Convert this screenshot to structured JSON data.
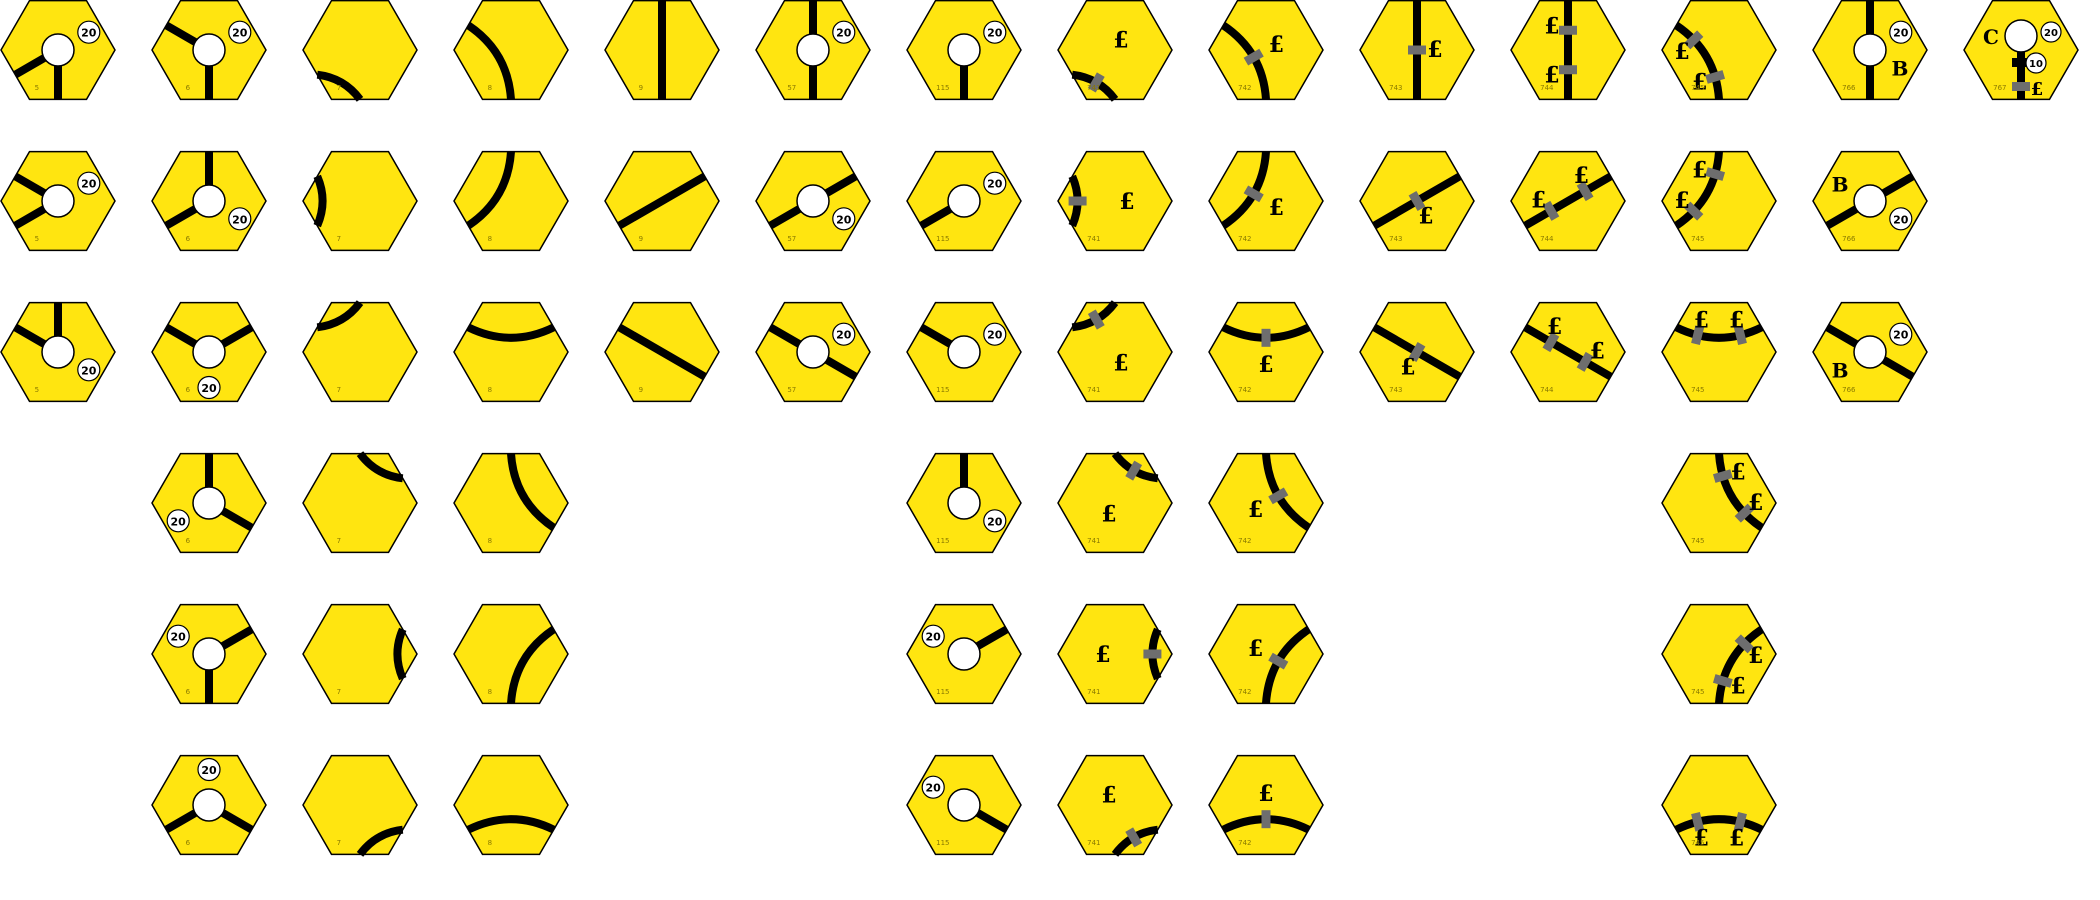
{
  "sheet_title": "",
  "colors": {
    "tile": "#FFE510",
    "track": "#000000",
    "town_bar": "#6e6e6e",
    "city": "#FFFFFF",
    "outline": "#000000"
  },
  "icon_names": {
    "pound": "pound-sign-icon",
    "city": "city-circle-icon",
    "town": "town-bar-icon",
    "value": "revenue-value-icon"
  },
  "tiles": [
    {
      "col": 0,
      "row": 0,
      "num": "5",
      "kind": "city",
      "exits": [
        180,
        240
      ],
      "value": "20"
    },
    {
      "col": 1,
      "row": 0,
      "num": "6",
      "kind": "city",
      "exits": [
        180,
        300
      ],
      "value": "20"
    },
    {
      "col": 2,
      "row": 0,
      "num": "7",
      "kind": "curve",
      "exits": [
        180,
        240
      ]
    },
    {
      "col": 3,
      "row": 0,
      "num": "8",
      "kind": "curve",
      "exits": [
        180,
        300
      ]
    },
    {
      "col": 4,
      "row": 0,
      "num": "9",
      "kind": "curve",
      "exits": [
        180,
        0
      ]
    },
    {
      "col": 5,
      "row": 0,
      "num": "57",
      "kind": "city",
      "exits": [
        180,
        0
      ],
      "value": "20"
    },
    {
      "col": 6,
      "row": 0,
      "num": "115",
      "kind": "city",
      "exits": [
        180
      ],
      "value": "20"
    },
    {
      "col": 7,
      "row": 0,
      "num": "741",
      "kind": "curve",
      "exits": [
        180,
        240
      ],
      "towns": [
        0.5
      ],
      "pounds": 1
    },
    {
      "col": 8,
      "row": 0,
      "num": "742",
      "kind": "curve",
      "exits": [
        180,
        300
      ],
      "towns": [
        0.5
      ],
      "pounds": 1
    },
    {
      "col": 9,
      "row": 0,
      "num": "743",
      "kind": "curve",
      "exits": [
        180,
        0
      ],
      "towns": [
        0.5
      ],
      "pounds": 1
    },
    {
      "col": 10,
      "row": 0,
      "num": "744",
      "kind": "curve",
      "exits": [
        180,
        0
      ],
      "towns": [
        0.3,
        0.7
      ],
      "pounds": 2
    },
    {
      "col": 11,
      "row": 0,
      "num": "745",
      "kind": "curve",
      "exits": [
        180,
        300
      ],
      "towns": [
        0.25,
        0.75
      ],
      "pounds": 2
    },
    {
      "col": 12,
      "row": 0,
      "num": "766",
      "kind": "city",
      "exits": [
        180,
        0
      ],
      "value": "20",
      "letter": "B"
    },
    {
      "col": 13,
      "row": 0,
      "num": "767",
      "kind": "cityC",
      "value": "20",
      "value2": "10",
      "letter": "C"
    },
    {
      "col": 0,
      "row": 1,
      "num": "5",
      "kind": "city",
      "exits": [
        240,
        300
      ],
      "value": "20"
    },
    {
      "col": 1,
      "row": 1,
      "num": "6",
      "kind": "city",
      "exits": [
        240,
        0
      ],
      "value": "20"
    },
    {
      "col": 2,
      "row": 1,
      "num": "7",
      "kind": "curve",
      "exits": [
        240,
        300
      ]
    },
    {
      "col": 3,
      "row": 1,
      "num": "8",
      "kind": "curve",
      "exits": [
        240,
        0
      ]
    },
    {
      "col": 4,
      "row": 1,
      "num": "9",
      "kind": "curve",
      "exits": [
        240,
        60
      ]
    },
    {
      "col": 5,
      "row": 1,
      "num": "57",
      "kind": "city",
      "exits": [
        240,
        60
      ],
      "value": "20"
    },
    {
      "col": 6,
      "row": 1,
      "num": "115",
      "kind": "city",
      "exits": [
        240
      ],
      "value": "20"
    },
    {
      "col": 7,
      "row": 1,
      "num": "741",
      "kind": "curve",
      "exits": [
        240,
        300
      ],
      "towns": [
        0.5
      ],
      "pounds": 1
    },
    {
      "col": 8,
      "row": 1,
      "num": "742",
      "kind": "curve",
      "exits": [
        240,
        0
      ],
      "towns": [
        0.5
      ],
      "pounds": 1
    },
    {
      "col": 9,
      "row": 1,
      "num": "743",
      "kind": "curve",
      "exits": [
        240,
        60
      ],
      "towns": [
        0.5
      ],
      "pounds": 1
    },
    {
      "col": 10,
      "row": 1,
      "num": "744",
      "kind": "curve",
      "exits": [
        240,
        60
      ],
      "towns": [
        0.3,
        0.7
      ],
      "pounds": 2
    },
    {
      "col": 11,
      "row": 1,
      "num": "745",
      "kind": "curve",
      "exits": [
        240,
        0
      ],
      "towns": [
        0.25,
        0.75
      ],
      "pounds": 2
    },
    {
      "col": 12,
      "row": 1,
      "num": "766",
      "kind": "city",
      "exits": [
        240,
        60
      ],
      "value": "20",
      "letter": "B"
    },
    {
      "col": 0,
      "row": 2,
      "num": "5",
      "kind": "city",
      "exits": [
        300,
        0
      ],
      "value": "20"
    },
    {
      "col": 1,
      "row": 2,
      "num": "6",
      "kind": "city",
      "exits": [
        300,
        60
      ],
      "value": "20"
    },
    {
      "col": 2,
      "row": 2,
      "num": "7",
      "kind": "curve",
      "exits": [
        300,
        0
      ]
    },
    {
      "col": 3,
      "row": 2,
      "num": "8",
      "kind": "curve",
      "exits": [
        300,
        60
      ]
    },
    {
      "col": 4,
      "row": 2,
      "num": "9",
      "kind": "curve",
      "exits": [
        300,
        120
      ]
    },
    {
      "col": 5,
      "row": 2,
      "num": "57",
      "kind": "city",
      "exits": [
        300,
        120
      ],
      "value": "20"
    },
    {
      "col": 6,
      "row": 2,
      "num": "115",
      "kind": "city",
      "exits": [
        300
      ],
      "value": "20"
    },
    {
      "col": 7,
      "row": 2,
      "num": "741",
      "kind": "curve",
      "exits": [
        300,
        0
      ],
      "towns": [
        0.5
      ],
      "pounds": 1
    },
    {
      "col": 8,
      "row": 2,
      "num": "742",
      "kind": "curve",
      "exits": [
        300,
        60
      ],
      "towns": [
        0.5
      ],
      "pounds": 1
    },
    {
      "col": 9,
      "row": 2,
      "num": "743",
      "kind": "curve",
      "exits": [
        300,
        120
      ],
      "towns": [
        0.5
      ],
      "pounds": 1
    },
    {
      "col": 10,
      "row": 2,
      "num": "744",
      "kind": "curve",
      "exits": [
        300,
        120
      ],
      "towns": [
        0.3,
        0.7
      ],
      "pounds": 2
    },
    {
      "col": 11,
      "row": 2,
      "num": "745",
      "kind": "curve",
      "exits": [
        300,
        60
      ],
      "towns": [
        0.25,
        0.75
      ],
      "pounds": 2
    },
    {
      "col": 12,
      "row": 2,
      "num": "766",
      "kind": "city",
      "exits": [
        300,
        120
      ],
      "value": "20",
      "letter": "B"
    },
    {
      "col": 1,
      "row": 3,
      "num": "6",
      "kind": "city",
      "exits": [
        0,
        120
      ],
      "value": "20"
    },
    {
      "col": 2,
      "row": 3,
      "num": "7",
      "kind": "curve",
      "exits": [
        0,
        60
      ]
    },
    {
      "col": 3,
      "row": 3,
      "num": "8",
      "kind": "curve",
      "exits": [
        0,
        120
      ]
    },
    {
      "col": 6,
      "row": 3,
      "num": "115",
      "kind": "city",
      "exits": [
        0
      ],
      "value": "20"
    },
    {
      "col": 7,
      "row": 3,
      "num": "741",
      "kind": "curve",
      "exits": [
        0,
        60
      ],
      "towns": [
        0.5
      ],
      "pounds": 1
    },
    {
      "col": 8,
      "row": 3,
      "num": "742",
      "kind": "curve",
      "exits": [
        0,
        120
      ],
      "towns": [
        0.5
      ],
      "pounds": 1
    },
    {
      "col": 11,
      "row": 3,
      "num": "745",
      "kind": "curve",
      "exits": [
        0,
        120
      ],
      "towns": [
        0.25,
        0.75
      ],
      "pounds": 2
    },
    {
      "col": 1,
      "row": 4,
      "num": "6",
      "kind": "city",
      "exits": [
        60,
        180
      ],
      "value": "20"
    },
    {
      "col": 2,
      "row": 4,
      "num": "7",
      "kind": "curve",
      "exits": [
        60,
        120
      ]
    },
    {
      "col": 3,
      "row": 4,
      "num": "8",
      "kind": "curve",
      "exits": [
        60,
        180
      ]
    },
    {
      "col": 6,
      "row": 4,
      "num": "115",
      "kind": "city",
      "exits": [
        60
      ],
      "value": "20"
    },
    {
      "col": 7,
      "row": 4,
      "num": "741",
      "kind": "curve",
      "exits": [
        60,
        120
      ],
      "towns": [
        0.5
      ],
      "pounds": 1
    },
    {
      "col": 8,
      "row": 4,
      "num": "742",
      "kind": "curve",
      "exits": [
        60,
        180
      ],
      "towns": [
        0.5
      ],
      "pounds": 1
    },
    {
      "col": 11,
      "row": 4,
      "num": "745",
      "kind": "curve",
      "exits": [
        60,
        180
      ],
      "towns": [
        0.25,
        0.75
      ],
      "pounds": 2
    },
    {
      "col": 1,
      "row": 5,
      "num": "6",
      "kind": "city",
      "exits": [
        120,
        240
      ],
      "value": "20"
    },
    {
      "col": 2,
      "row": 5,
      "num": "7",
      "kind": "curve",
      "exits": [
        120,
        180
      ]
    },
    {
      "col": 3,
      "row": 5,
      "num": "8",
      "kind": "curve",
      "exits": [
        120,
        240
      ]
    },
    {
      "col": 6,
      "row": 5,
      "num": "115",
      "kind": "city",
      "exits": [
        120
      ],
      "value": "20"
    },
    {
      "col": 7,
      "row": 5,
      "num": "741",
      "kind": "curve",
      "exits": [
        120,
        180
      ],
      "towns": [
        0.5
      ],
      "pounds": 1
    },
    {
      "col": 8,
      "row": 5,
      "num": "742",
      "kind": "curve",
      "exits": [
        120,
        240
      ],
      "towns": [
        0.5
      ],
      "pounds": 1
    },
    {
      "col": 11,
      "row": 5,
      "num": "745",
      "kind": "curve",
      "exits": [
        120,
        240
      ],
      "towns": [
        0.25,
        0.75
      ],
      "pounds": 2
    }
  ]
}
